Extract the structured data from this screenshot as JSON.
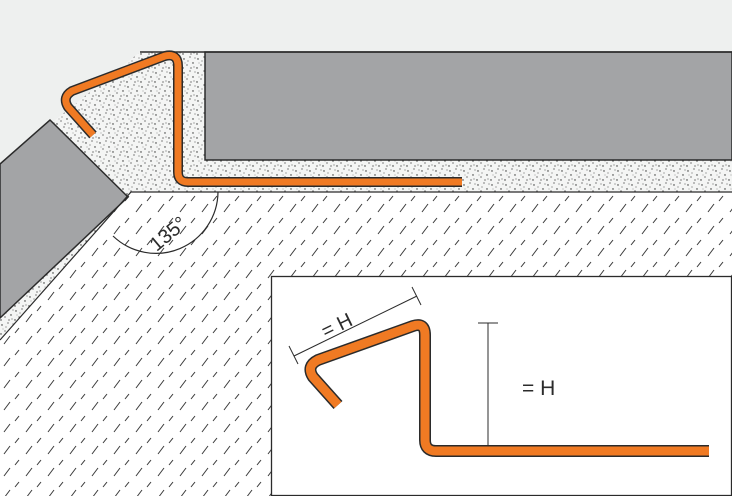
{
  "angle_label": "135°",
  "inset": {
    "diagonal_dimension": "= H",
    "vertical_dimension": "= H"
  },
  "colors": {
    "background": "#eef0ef",
    "tile": "#a3a4a6",
    "profile": "#f07a23",
    "outline": "#2b2b2b",
    "dots": "#2b2b2b"
  }
}
